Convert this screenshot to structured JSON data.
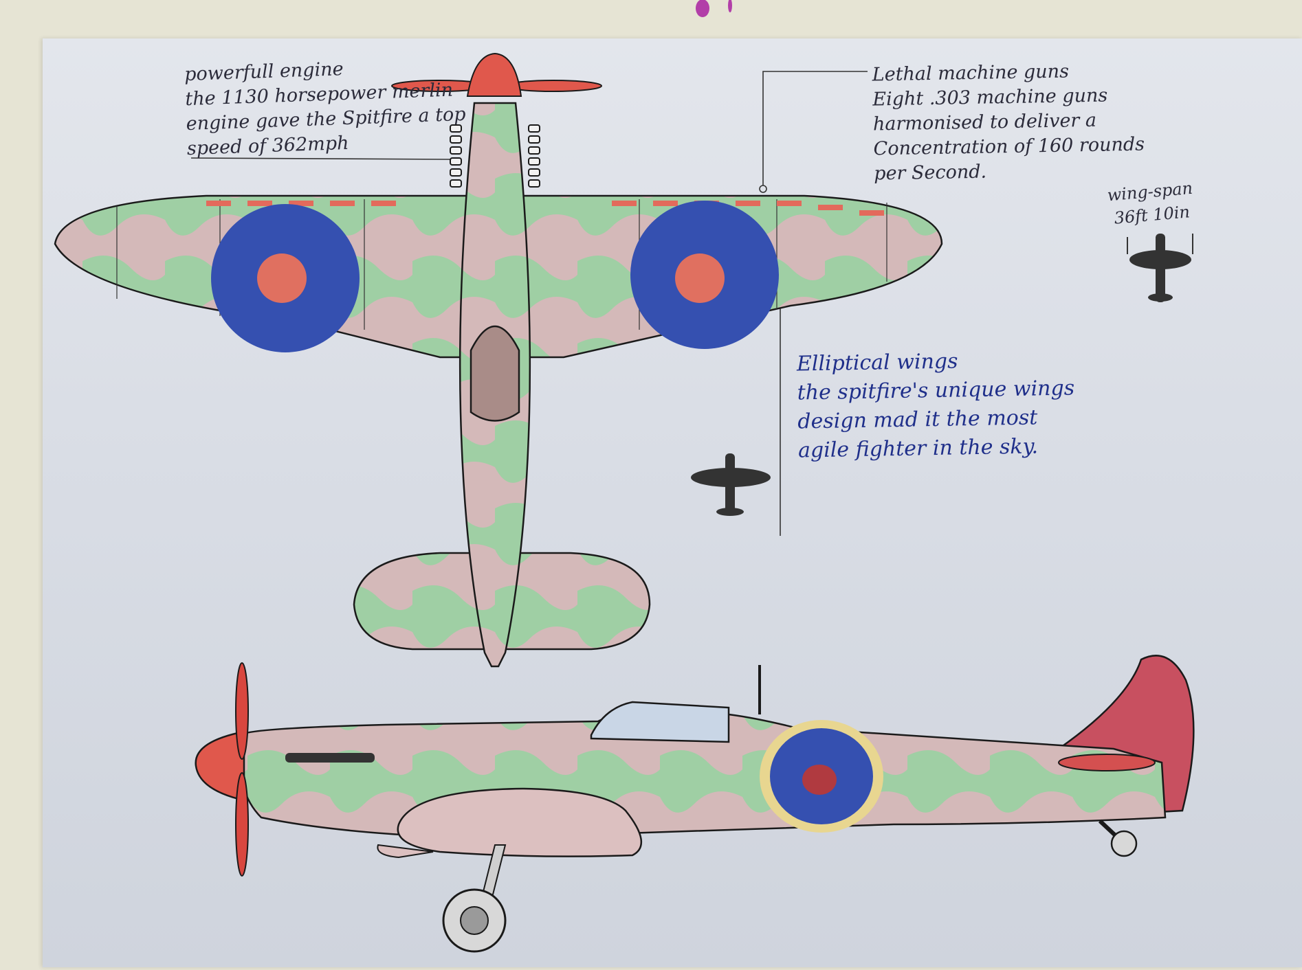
{
  "notes": {
    "engine": "powerfull engine\nthe 1130 horsepower merlin\nengine gave the Spitfire a top\nspeed of 362mph",
    "guns": "Lethal machine guns\nEight .303 machine guns\nharmonised to deliver a\nConcentration of 160 rounds\nper Second.",
    "wings": "Elliptical wings\nthe spitfire's unique wings\ndesign mad it the most\nagile fighter in the sky.",
    "span": "wing-span\n36ft 10in"
  },
  "colors": {
    "roundel_blue": "#3550b0",
    "roundel_red": "#e07060",
    "camo_green": "#8fcf9a",
    "camo_brown": "#d2b6b6",
    "spinner_red": "#d9473f",
    "ink_blue": "#1f2f8a"
  }
}
